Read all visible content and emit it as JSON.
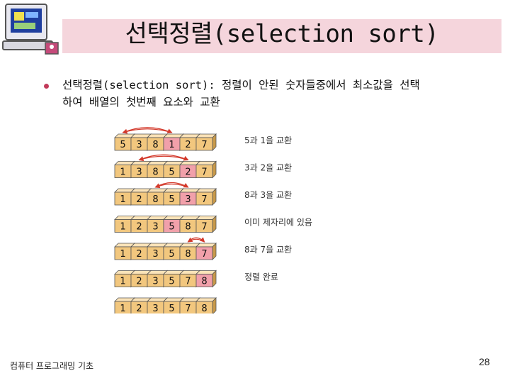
{
  "slide": {
    "title": "선택정렬(selection sort)",
    "desc_line1": "선택정렬(selection sort): 정렬이 안된 숫자들중에서 최소값을 선택",
    "desc_line2": "하여 배열의 첫번째 요소와 교환",
    "footer": "컴퓨터 프로그래밍 기초",
    "page_number": "28"
  },
  "colors": {
    "title_band": "#f5d5dc",
    "box": "#f2c77e",
    "box_highlight": "#f1a0aa",
    "arrow": "#d33a2c",
    "bullet": "#c23a5a"
  },
  "figure": {
    "rows": [
      {
        "values": [
          "5",
          "3",
          "8",
          "1",
          "2",
          "7"
        ],
        "note": "5과 1을 교환",
        "highlight": [
          3
        ],
        "swap": [
          0,
          3
        ]
      },
      {
        "values": [
          "1",
          "3",
          "8",
          "5",
          "2",
          "7"
        ],
        "note": "3과 2을 교환",
        "highlight": [
          4
        ],
        "swap": [
          1,
          4
        ]
      },
      {
        "values": [
          "1",
          "2",
          "8",
          "5",
          "3",
          "7"
        ],
        "note": "8과 3을 교환",
        "highlight": [
          4
        ],
        "swap": [
          2,
          4
        ]
      },
      {
        "values": [
          "1",
          "2",
          "3",
          "5",
          "8",
          "7"
        ],
        "note": "이미 제자리에 있음",
        "highlight": [
          3
        ],
        "swap": null
      },
      {
        "values": [
          "1",
          "2",
          "3",
          "5",
          "8",
          "7"
        ],
        "note": "8과 7을 교환",
        "highlight": [
          5
        ],
        "swap": [
          4,
          5
        ]
      },
      {
        "values": [
          "1",
          "2",
          "3",
          "5",
          "7",
          "8"
        ],
        "note": "정렬 완료",
        "highlight": [
          5
        ],
        "swap": null
      },
      {
        "values": [
          "1",
          "2",
          "3",
          "5",
          "7",
          "8"
        ],
        "note": "",
        "highlight": [],
        "swap": null
      }
    ]
  }
}
